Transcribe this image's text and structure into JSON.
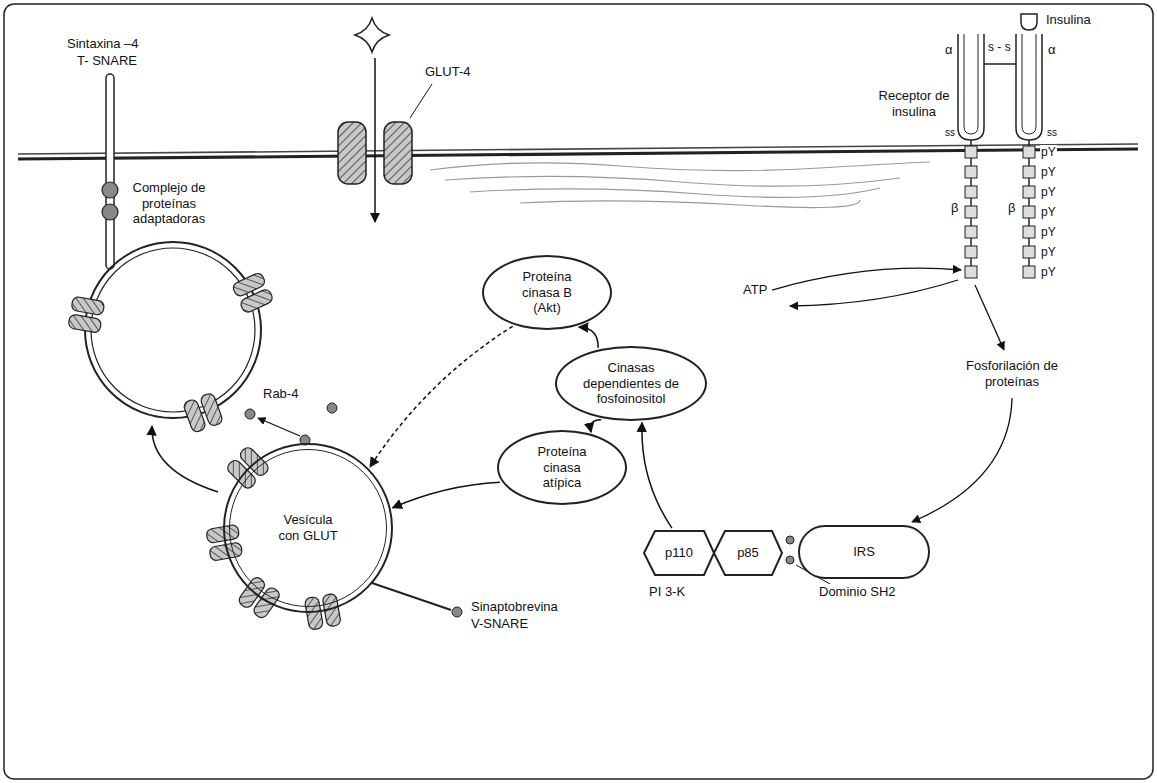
{
  "diagram": {
    "nodes": [
      {
        "text": [
          "Proteína cinasa B (Akt)"
        ]
      },
      {
        "text": [
          "Cinasas dependientes de fosfoinositol"
        ]
      },
      {
        "text": [
          "Proteína cinasa atípica"
        ]
      },
      {
        "text": [
          "Vesícula con GLUT"
        ]
      },
      {
        "text": [
          "p110"
        ]
      },
      {
        "text": [
          "p85"
        ]
      },
      {
        "text": [
          "IRS"
        ]
      }
    ],
    "edges": [
      {
        "from": 1,
        "to": 0,
        "arrow": "to"
      },
      {
        "from": 1,
        "to": 2,
        "arrow": "to"
      },
      {
        "from": 4,
        "to": 1,
        "arrow": "to"
      },
      {
        "from": 0,
        "to": 3,
        "arrow": "to"
      },
      {
        "from": 2,
        "to": 3,
        "arrow": "to"
      }
    ],
    "labels": [
      "Sintaxina –4",
      "T- SNARE",
      "GLUT-4",
      "Insulina",
      "Receptor de insulina",
      "α",
      "s - s",
      "α",
      "ss",
      "ss",
      "pY",
      "pY",
      "pY",
      "pY",
      "pY",
      "pY",
      "pY",
      "β",
      "β",
      "Complejo de proteínas adaptadoras",
      "ATP",
      "Fosforilación de proteínas",
      "Rab-4",
      "PI 3-K",
      "Dominio SH2",
      "Sinaptobrevina",
      "V-SNARE"
    ]
  }
}
